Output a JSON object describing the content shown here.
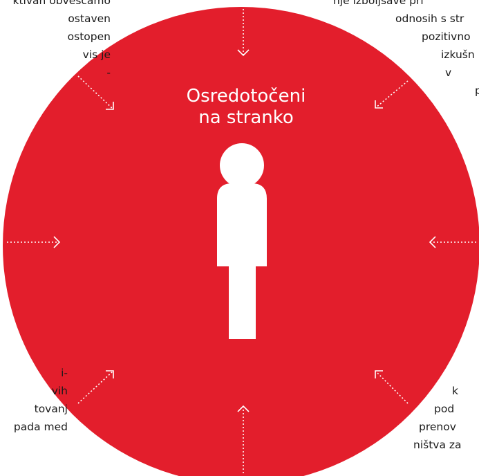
{
  "colors": {
    "circle": "#e31e2c",
    "figure": "#ffffff",
    "arrow": "#ffffff",
    "text": "#1a1a1a",
    "background": "#ffffff"
  },
  "center": {
    "title_line1": "Osredotočeni",
    "title_line2": "na stranko",
    "icon": "person-icon"
  },
  "surrounding_text": {
    "top_left": [
      "ktivan obveščamo",
      "ostaven",
      "ostopen",
      "vis je",
      "-"
    ],
    "top_right": [
      "nje izboljšave pri",
      "odnosih s str",
      "pozitivno",
      "izkušn",
      "v",
      "p"
    ],
    "bottom_left": [
      "i-",
      "vih",
      "tovanj",
      "pada med"
    ],
    "bottom_right": [
      "k",
      "pod",
      "prenov",
      "ništva za"
    ]
  },
  "arrows": [
    "top",
    "top-right",
    "right",
    "bottom-right",
    "bottom",
    "bottom-left",
    "left",
    "top-left"
  ]
}
